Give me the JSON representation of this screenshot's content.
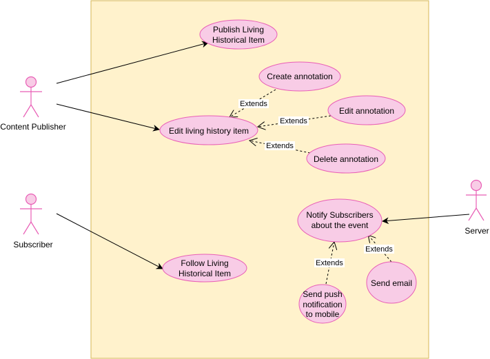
{
  "actors": {
    "content_publisher": "Content Publisher",
    "subscriber": "Subscriber",
    "server": "Server"
  },
  "use_cases": {
    "publish_line1": "Publish Living",
    "publish_line2": "Historical Item",
    "edit_item": "Edit living history item",
    "create_annotation": "Create annotation",
    "edit_annotation": "Edit annotation",
    "delete_annotation": "Delete annotation",
    "follow_line1": "Follow Living",
    "follow_line2": "Historical Item",
    "notify_line1": "Notify Subscribers",
    "notify_line2": "about the event",
    "push_line1": "Send push",
    "push_line2": "notification",
    "push_line3": "to mobile",
    "send_email": "Send email"
  },
  "relations": {
    "extends_create": "Extends",
    "extends_edit": "Extends",
    "extends_delete": "Extends",
    "extends_push": "Extends",
    "extends_email": "Extends"
  },
  "colors": {
    "system_fill": "#fff2cc",
    "system_stroke": "#d6b656",
    "usecase_fill": "#f8cce6",
    "usecase_stroke": "#e85db5",
    "actor_fill": "#f8cce6",
    "actor_stroke": "#e85db5"
  }
}
